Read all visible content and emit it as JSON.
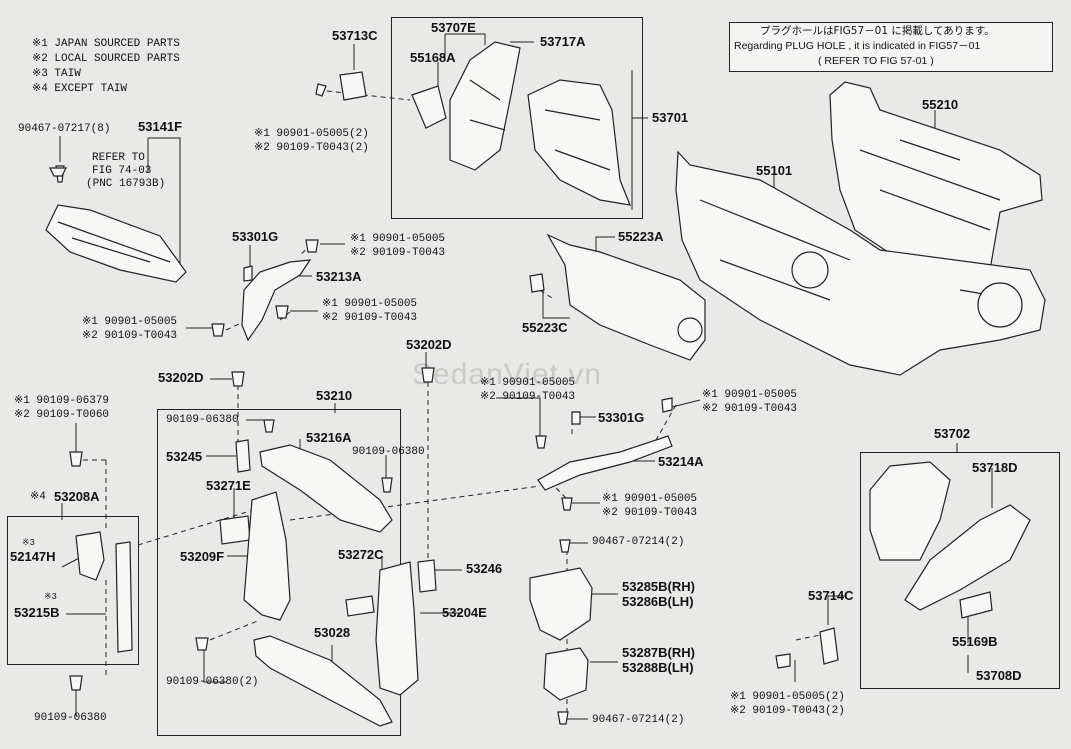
{
  "legend": [
    "※1 JAPAN SOURCED PARTS",
    "※2 LOCAL SOURCED PARTS",
    "※3 TAIW",
    "※4 EXCEPT TAIW"
  ],
  "note": {
    "line1": "プラグホールはFIG57－01 に掲載してあります。",
    "line2": "Regarding  PLUG HOLE  , it is indicated in FIG57－01",
    "line3": "(     REFER TO FIG 57-01     )"
  },
  "watermark": "SedanViet.vn",
  "parts": {
    "p53713C": "53713C",
    "p53707E": "53707E",
    "p53717A": "53717A",
    "p55168A": "55168A",
    "p53701": "53701",
    "p55210": "55210",
    "p55101": "55101",
    "p90467_8": "90467-07217(8)",
    "p53141F": "53141F",
    "refer1": "REFER TO",
    "refer2": "FIG 74-03",
    "refer3": "(PNC 16793B)",
    "b1_1": "※1 90901-05005(2)",
    "b1_2": "※2 90109-T0043(2)",
    "p53301G_a": "53301G",
    "b2_1": "※1 90901-05005",
    "b2_2": "※2 90109-T0043",
    "p53213A": "53213A",
    "b3_1": "※1 90901-05005",
    "b3_2": "※2 90109-T0043",
    "b4_1": "※1 90901-05005",
    "b4_2": "※2 90109-T0043",
    "p55223A": "55223A",
    "p55223C": "55223C",
    "p53202D_a": "53202D",
    "p53202D_b": "53202D",
    "p53210": "53210",
    "b5_1": "※1 90901-05005",
    "b5_2": "※2 90109-T0043",
    "b6_1": "※1 90901-05005",
    "b6_2": "※2 90109-T0043",
    "p53301G_b": "53301G",
    "p53214A": "53214A",
    "b7_1": "※1 90109-06379",
    "b7_2": "※2 90109-T0060",
    "p90109_06380_a": "90109-06380",
    "p53216A": "53216A",
    "p90109_06380_b": "90109-06380",
    "p53245": "53245",
    "p53271E": "53271E",
    "p53208A": "53208A",
    "star4": "※4",
    "star3a": "※3",
    "p52147H": "52147H",
    "star3b": "※3",
    "p53215B": "53215B",
    "p53209F": "53209F",
    "p53272C": "53272C",
    "p53246": "53246",
    "p53204E": "53204E",
    "p53028": "53028",
    "p90109_06380_2": "90109-06380(2)",
    "p90109_06380_c": "90109-06380",
    "b8_1": "※1 90901-05005",
    "b8_2": "※2 90109-T0043",
    "p90467_2a": "90467-07214(2)",
    "p53285B": "53285B(RH)",
    "p53286B": "53286B(LH)",
    "p53287B": "53287B(RH)",
    "p53288B": "53288B(LH)",
    "p90467_2b": "90467-07214(2)",
    "p53702": "53702",
    "p53718D": "53718D",
    "p53714C": "53714C",
    "p55169B": "55169B",
    "p53708D": "53708D",
    "b9_1": "※1 90901-05005(2)",
    "b9_2": "※2 90109-T0043(2)"
  }
}
